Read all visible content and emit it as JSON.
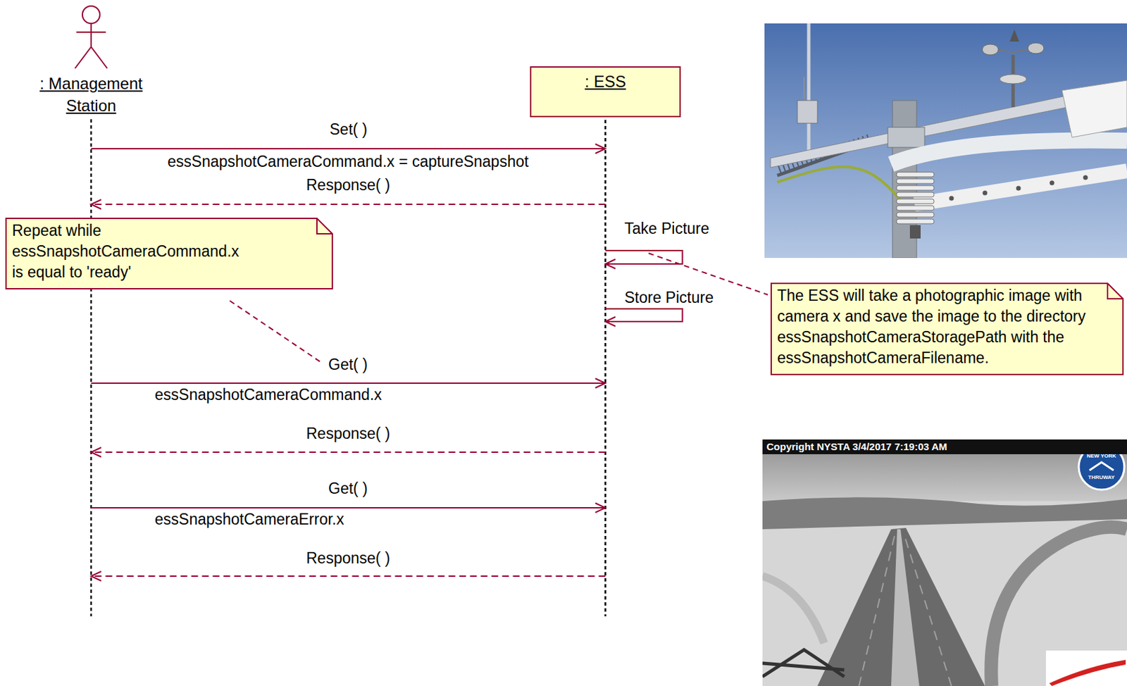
{
  "diagram": {
    "nodes": [
      {
        "text": [
          ": Management Station"
        ]
      },
      {
        "text": [
          ": ESS"
        ]
      },
      {
        "text": [
          "Repeat while essSnapshotCameraCommand.x is equal to 'ready'"
        ]
      },
      {
        "text": [
          "The ESS will take a photographic image with camera x and save the image to the directory essSnapshotCameraStoragePath with the essSnapshotCameraFilename."
        ]
      }
    ],
    "edges": [
      {
        "from": 0,
        "to": 1,
        "arrow": "to",
        "label": "Set( )"
      },
      {
        "from": 1,
        "to": 0,
        "arrow": "to",
        "label": "Response( )"
      },
      {
        "from": 1,
        "to": 1,
        "arrow": "to",
        "label": "Take Picture"
      },
      {
        "from": 1,
        "to": 1,
        "arrow": "to",
        "label": "Store Picture"
      },
      {
        "from": 0,
        "to": 1,
        "arrow": "to",
        "label": "Get( )"
      },
      {
        "from": 1,
        "to": 0,
        "arrow": "to",
        "label": "Response( )"
      },
      {
        "from": 0,
        "to": 1,
        "arrow": "to",
        "label": "Get( )"
      },
      {
        "from": 1,
        "to": 0,
        "arrow": "to",
        "label": "Response( )"
      }
    ],
    "labels": [
      "essSnapshotCameraCommand.x = captureSnapshot",
      "essSnapshotCameraCommand.x",
      "essSnapshotCameraError.x",
      "Copyright NYSTA 3/4/2017 7:19:03 AM",
      "NEW YORK",
      "THRUWAY"
    ]
  }
}
